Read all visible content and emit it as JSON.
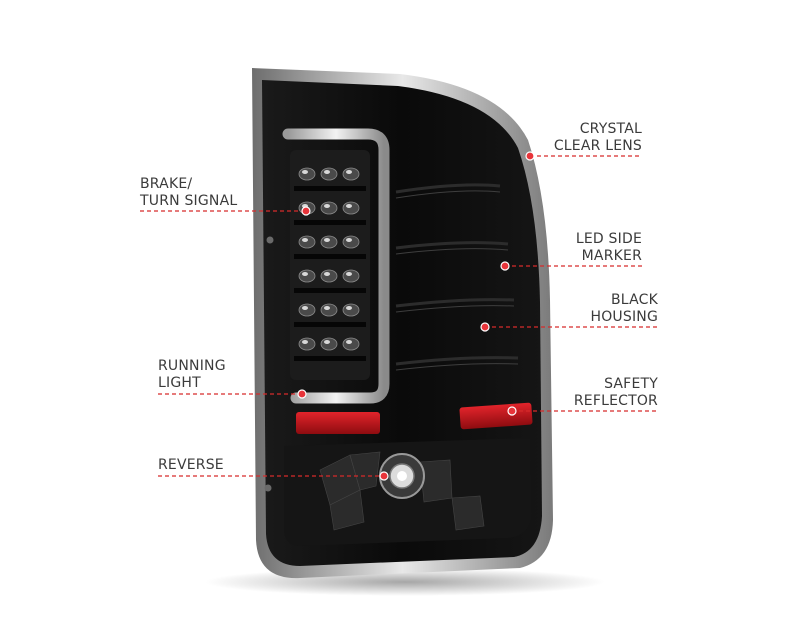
{
  "callouts": {
    "brake_turn": {
      "line1": "BRAKE/",
      "line2": "TURN SIGNAL"
    },
    "running_light": {
      "line1": "RUNNING",
      "line2": "LIGHT"
    },
    "reverse": {
      "line1": "REVERSE"
    },
    "crystal_lens": {
      "line1": "CRYSTAL",
      "line2": "CLEAR LENS"
    },
    "led_side_marker": {
      "line1": "LED SIDE",
      "line2": "MARKER"
    },
    "black_housing": {
      "line1": "BLACK",
      "line2": "HOUSING"
    },
    "safety_reflector": {
      "line1": "SAFETY",
      "line2": "REFLECTOR"
    }
  },
  "colors": {
    "callout_line": "#d62b2b",
    "housing": "#0b0b0b",
    "reflector": "#c8141a",
    "chrome": "#c9c9c9"
  }
}
